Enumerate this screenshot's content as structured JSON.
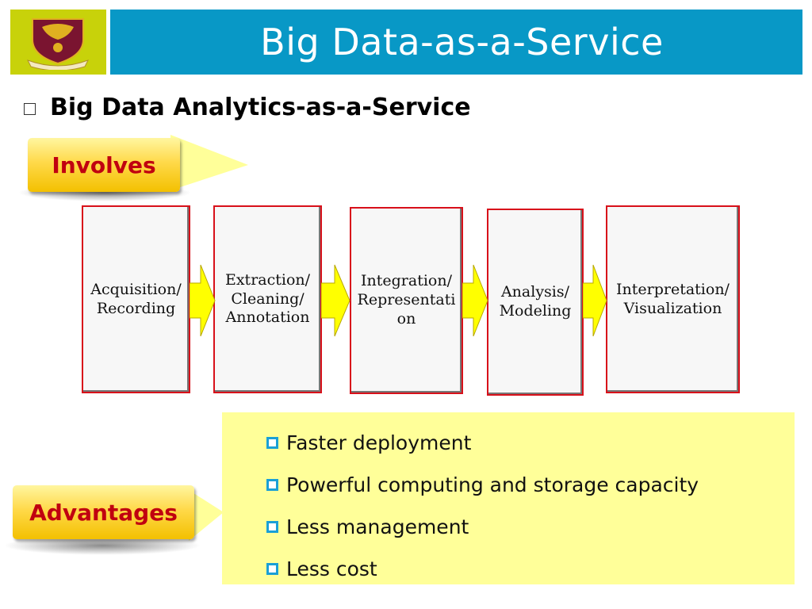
{
  "header": {
    "title": "Big Data-as-a-Service",
    "logo_icon": "university-crest-icon",
    "colors": {
      "title_bar": "#0898c6",
      "logo_bg": "#c8d20a"
    }
  },
  "subheading": "Big Data Analytics-as-a-Service",
  "callouts": {
    "involves": "Involves",
    "advantages": "Advantages"
  },
  "flow": {
    "steps": [
      "Acquisition/\nRecording",
      "Extraction/\nCleaning/\nAnnotation",
      "Integration/\nRepresentati\non",
      "Analysis/\nModeling",
      "Interpretation/\nVisualization"
    ],
    "colors": {
      "border": "#d8101a",
      "arrow": "#ffff00"
    }
  },
  "advantages": {
    "items": [
      "Faster deployment",
      "Powerful computing and storage capacity",
      "Less management",
      "Less cost"
    ],
    "colors": {
      "panel": "#ffff99",
      "bullet": "#1aa0d6"
    }
  }
}
